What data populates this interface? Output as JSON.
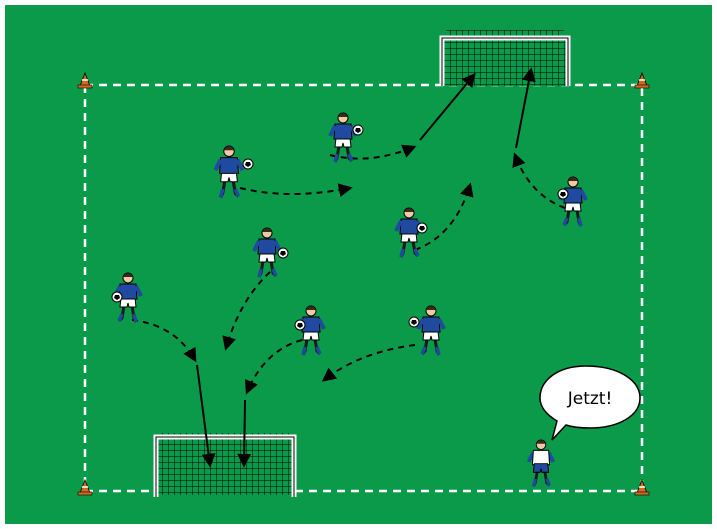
{
  "speech_bubble": {
    "text": "Jetzt!"
  },
  "colors": {
    "field": "#0a9a4a",
    "jersey": "#1f4aa0",
    "shorts": "#ffffff",
    "cone": "#d2691e",
    "lines": "#ffffff",
    "arrows": "#000000"
  },
  "players": [
    {
      "name": "player-top-center",
      "role": "dribbler"
    },
    {
      "name": "player-upper-left",
      "role": "dribbler"
    },
    {
      "name": "player-center-right",
      "role": "dribbler"
    },
    {
      "name": "player-right",
      "role": "dribbler"
    },
    {
      "name": "player-center",
      "role": "dribbler"
    },
    {
      "name": "player-left",
      "role": "dribbler"
    },
    {
      "name": "player-lower-center",
      "role": "dribbler"
    },
    {
      "name": "player-lower-right",
      "role": "dribbler"
    },
    {
      "name": "coach",
      "role": "coach"
    }
  ]
}
